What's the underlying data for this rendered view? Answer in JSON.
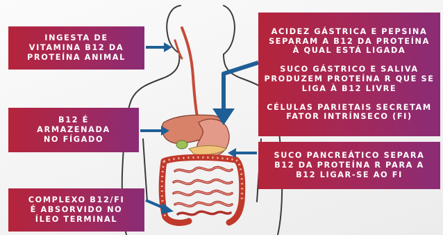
{
  "boxes": {
    "ingesta": "INGESTA DE\nVITAMINA B12 DA\nPROTEÍNA ANIMAL",
    "armazenada": "B12 É\nARMAZENADA\nNO FÍGADO",
    "absorvido": "COMPLEXO B12/FI\nÉ ABSORVIDO NO\nÍLEO TERMINAL",
    "acidez": "ACIDEZ GÁSTRICA E PEPSINA\nSEPARAM A B12 DA PROTEÍNA\nÀ QUAL ESTÁ LIGADA",
    "suco_gastrico": "SUCO GÁSTRICO E SALIVA\nPRODUZEM PROTEÍNA R QUE SE\nLIGA À B12 LIVRE",
    "celulas": "CÉLULAS PARIETAIS SECRETAM\nFATOR INTRÍNSECO (FI)",
    "pancreatico": "SUCO PANCREÁTICO SEPARA\nB12 DA PROTEÍNA R PARA A\nB12 LIGAR-SE AO FI"
  },
  "colors": {
    "box_gradient_start": "#b5243a",
    "box_gradient_end": "#8a2c76",
    "arrow": "#1e5f96",
    "liver": "#d88a6a",
    "stomach": "#e08a78",
    "intestine": "#c0392b",
    "outline": "#444444"
  }
}
